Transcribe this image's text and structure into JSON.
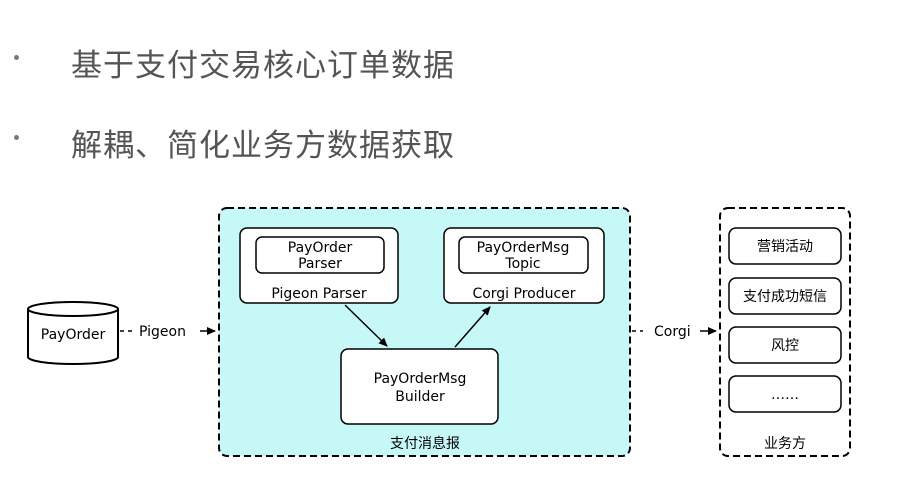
{
  "bullets": [
    "基于支付交易核心订单数据",
    "解耦、简化业务方数据获取"
  ],
  "diagram": {
    "source_db": "PayOrder",
    "edge_pigeon": "Pigeon",
    "edge_corgi": "Corgi",
    "group_main_label": "支付消息报",
    "pigeon_parser": {
      "inner_line1": "PayOrder",
      "inner_line2": "Parser",
      "label": "Pigeon Parser"
    },
    "corgi_producer": {
      "inner_line1": "PayOrderMsg",
      "inner_line2": "Topic",
      "label": "Corgi Producer"
    },
    "builder": {
      "line1": "PayOrderMsg",
      "line2": "Builder"
    },
    "consumers_label": "业务方",
    "consumers": [
      "营销活动",
      "支付成功短信",
      "风控",
      "……"
    ],
    "colors": {
      "group_fill": "#c6f8f8",
      "bullet_text": "#555555"
    }
  }
}
